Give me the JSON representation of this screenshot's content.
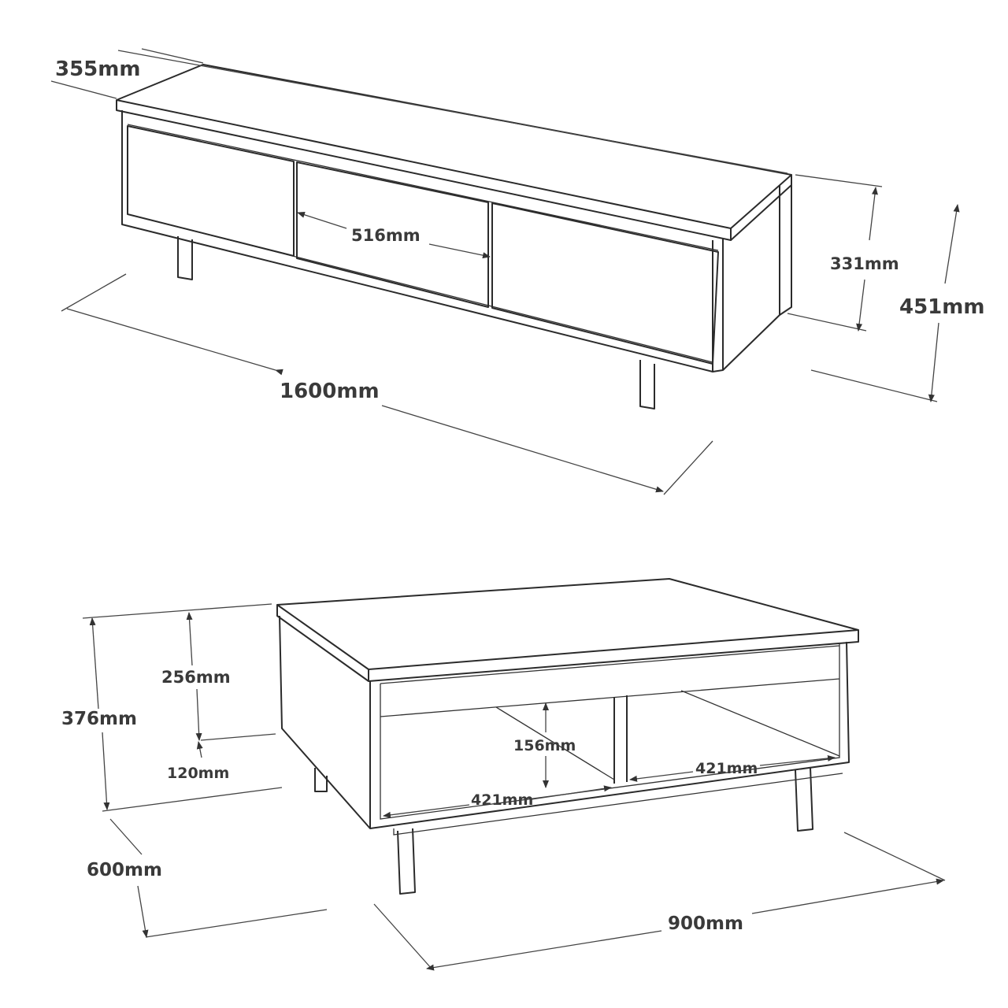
{
  "tv_unit": {
    "depth": "355mm",
    "width": "1600mm",
    "drawer_width": "516mm",
    "body_height": "331mm",
    "total_height": "451mm"
  },
  "coffee_table": {
    "total_height": "376mm",
    "upper_height": "256mm",
    "leg_height": "120mm",
    "shelf_height": "156mm",
    "compartment_width_right": "421mm",
    "compartment_width_left": "421mm",
    "depth": "600mm",
    "width": "900mm"
  },
  "colors": {
    "line": "#2b2b2b",
    "text": "#3a3a3a",
    "background": "#ffffff"
  }
}
